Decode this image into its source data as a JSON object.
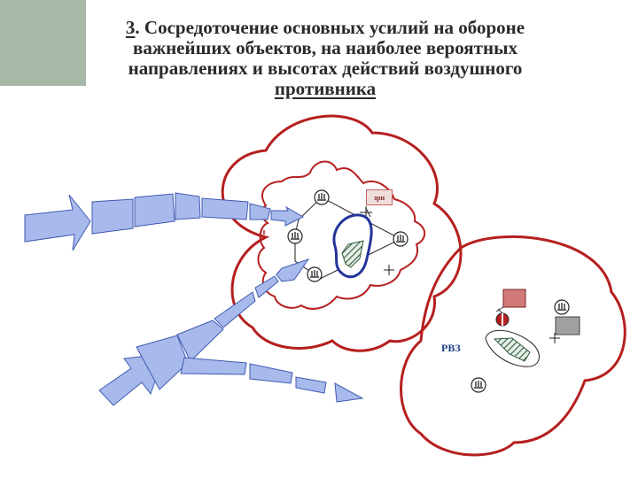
{
  "slide": {
    "title": {
      "number": "3",
      "line1_rest": ". Сосредоточение основных усилий на обороне",
      "line2": "важнейших объектов, на наиболее вероятных",
      "line3": "направлениях и высотах действий воздушного",
      "line4": "противника"
    },
    "labels": {
      "rvz": "РВЗ",
      "zrp": "зрп"
    }
  },
  "colors": {
    "corner_block": "#a7b8a8",
    "zone_border": "#b61f1f",
    "inner_zone": "#b61f1f",
    "arrow_fill": "#a8b9ec",
    "arrow_stroke": "#3f5bb0",
    "object_outline_main": "#23349a",
    "hatch": "#2f5a3a",
    "battery_box": "#d27a7a",
    "grey_box": "#a0a0a0"
  },
  "icons": [
    "battery-icon",
    "command-post-icon",
    "defended-object-icon",
    "attack-arrow-icon"
  ]
}
